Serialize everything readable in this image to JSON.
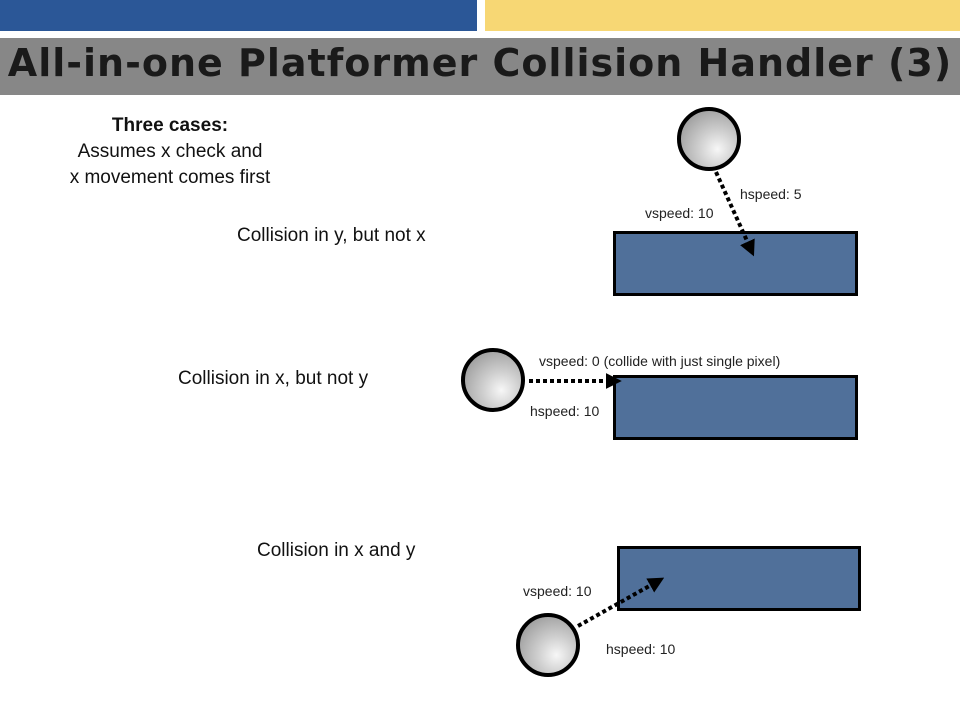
{
  "title": "All-in-one Platformer Collision Handler (3)",
  "intro": {
    "heading": "Three cases:",
    "line1": "Assumes x check and",
    "line2": "x movement comes first"
  },
  "cases": [
    {
      "label": "Collision in y, but not x",
      "vspeed": "vspeed:  10",
      "hspeed": "hspeed:  5"
    },
    {
      "label": "Collision in x, but not y",
      "vspeed": "vspeed:  0  (collide with just single pixel)",
      "hspeed": "hspeed:  10"
    },
    {
      "label": "Collision in x and y",
      "vspeed": "vspeed:  10",
      "hspeed": "hspeed:  10"
    }
  ],
  "colors": {
    "header_blue": "#2b5797",
    "header_yellow": "#f7d774",
    "title_band": "#878787",
    "block": "#50709a"
  }
}
